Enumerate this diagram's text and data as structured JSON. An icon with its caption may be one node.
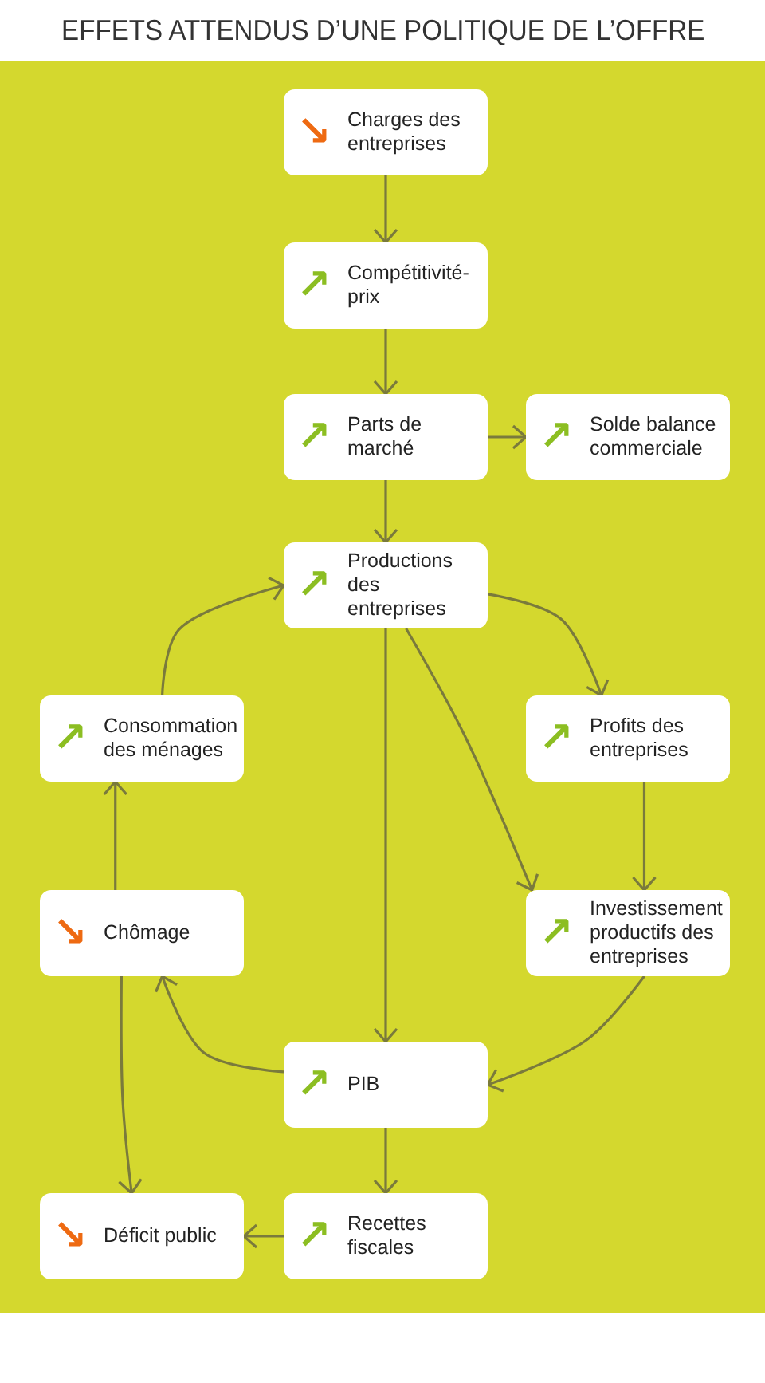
{
  "diagram": {
    "title": "EFFETS ATTENDUS D’UNE POLITIQUE DE L’OFFRE",
    "nodes": [
      {
        "text": [
          "↘",
          "Charges des entreprises"
        ]
      },
      {
        "text": [
          "↗",
          "Compétitivité-prix"
        ]
      },
      {
        "text": [
          "↗",
          "Parts de marché"
        ]
      },
      {
        "text": [
          "↗",
          "Solde balance commerciale"
        ]
      },
      {
        "text": [
          "↗",
          "Productions des entreprises"
        ]
      },
      {
        "text": [
          "↗",
          "Consommation des ménages"
        ]
      },
      {
        "text": [
          "↗",
          "Profits des entreprises"
        ]
      },
      {
        "text": [
          "↘",
          "Chômage"
        ]
      },
      {
        "text": [
          "↗",
          "Investissement productifs des entreprises"
        ]
      },
      {
        "text": [
          "↗",
          "PIB"
        ]
      },
      {
        "text": [
          "↘",
          "Déficit public"
        ]
      },
      {
        "text": [
          "↗",
          "Recettes fiscales"
        ]
      }
    ],
    "edges": [
      {
        "from": 0,
        "to": 1,
        "arrow": "to"
      },
      {
        "from": 1,
        "to": 2,
        "arrow": "to"
      },
      {
        "from": 2,
        "to": 3,
        "arrow": "to"
      },
      {
        "from": 2,
        "to": 4,
        "arrow": "to"
      },
      {
        "from": 4,
        "to": 6,
        "arrow": "to"
      },
      {
        "from": 4,
        "to": 8,
        "arrow": "to"
      },
      {
        "from": 4,
        "to": 9,
        "arrow": "to"
      },
      {
        "from": 6,
        "to": 8,
        "arrow": "to"
      },
      {
        "from": 8,
        "to": 9,
        "arrow": "to"
      },
      {
        "from": 9,
        "to": 7,
        "arrow": "to"
      },
      {
        "from": 7,
        "to": 5,
        "arrow": "to"
      },
      {
        "from": 5,
        "to": 4,
        "arrow": "to"
      },
      {
        "from": 7,
        "to": 10,
        "arrow": "to"
      },
      {
        "from": 9,
        "to": 11,
        "arrow": "to"
      },
      {
        "from": 11,
        "to": 10,
        "arrow": "to"
      }
    ]
  }
}
